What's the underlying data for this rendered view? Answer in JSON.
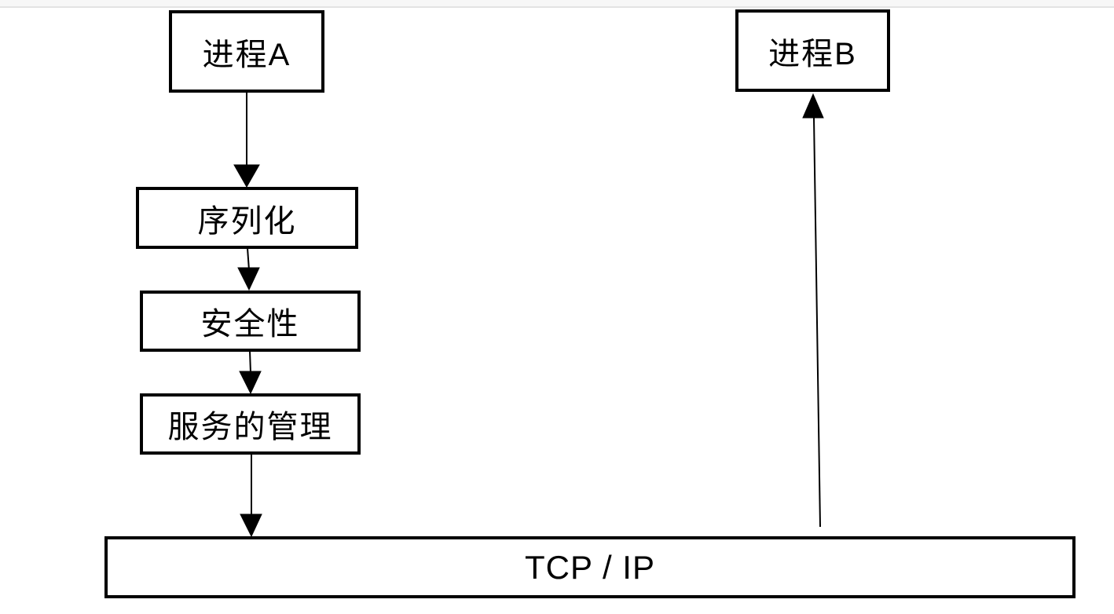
{
  "page": {
    "background": "#ffffff",
    "topbar": {
      "background": "#f7f7f7",
      "border_color": "#e3e3e3"
    }
  },
  "diagram": {
    "stroke_color": "#000000",
    "node_fill": "#ffffff",
    "nodes": {
      "process_a": {
        "label": "进程A"
      },
      "process_b": {
        "label": "进程B"
      },
      "serialization": {
        "label": "序列化"
      },
      "security": {
        "label": "安全性"
      },
      "service_management": {
        "label": "服务的管理"
      },
      "tcp_ip": {
        "label": "TCP / IP"
      }
    },
    "edges": [
      {
        "from": "进程A",
        "to": "序列化",
        "direction": "down"
      },
      {
        "from": "序列化",
        "to": "安全性",
        "direction": "down"
      },
      {
        "from": "安全性",
        "to": "服务的管理",
        "direction": "down"
      },
      {
        "from": "服务的管理",
        "to": "TCP / IP",
        "direction": "down"
      },
      {
        "from": "TCP / IP",
        "to": "进程B",
        "direction": "up"
      }
    ]
  }
}
